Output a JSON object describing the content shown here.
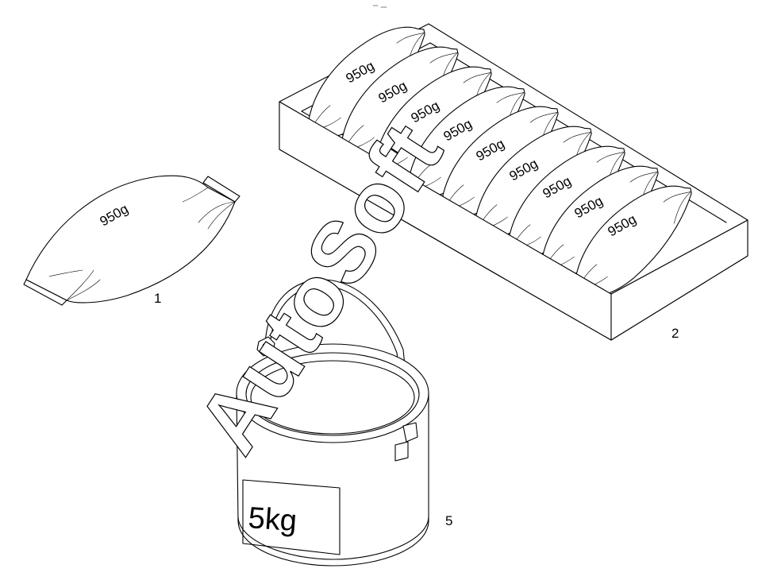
{
  "items": [
    {
      "callout": "1",
      "label": "950g"
    },
    {
      "callout": "2",
      "labels": [
        "950g",
        "950g",
        "950g",
        "950g",
        "950g",
        "950g",
        "950g",
        "950g",
        "950g"
      ]
    },
    {
      "callout": "5",
      "label": "5kg"
    }
  ],
  "watermark": "AutoSoft"
}
